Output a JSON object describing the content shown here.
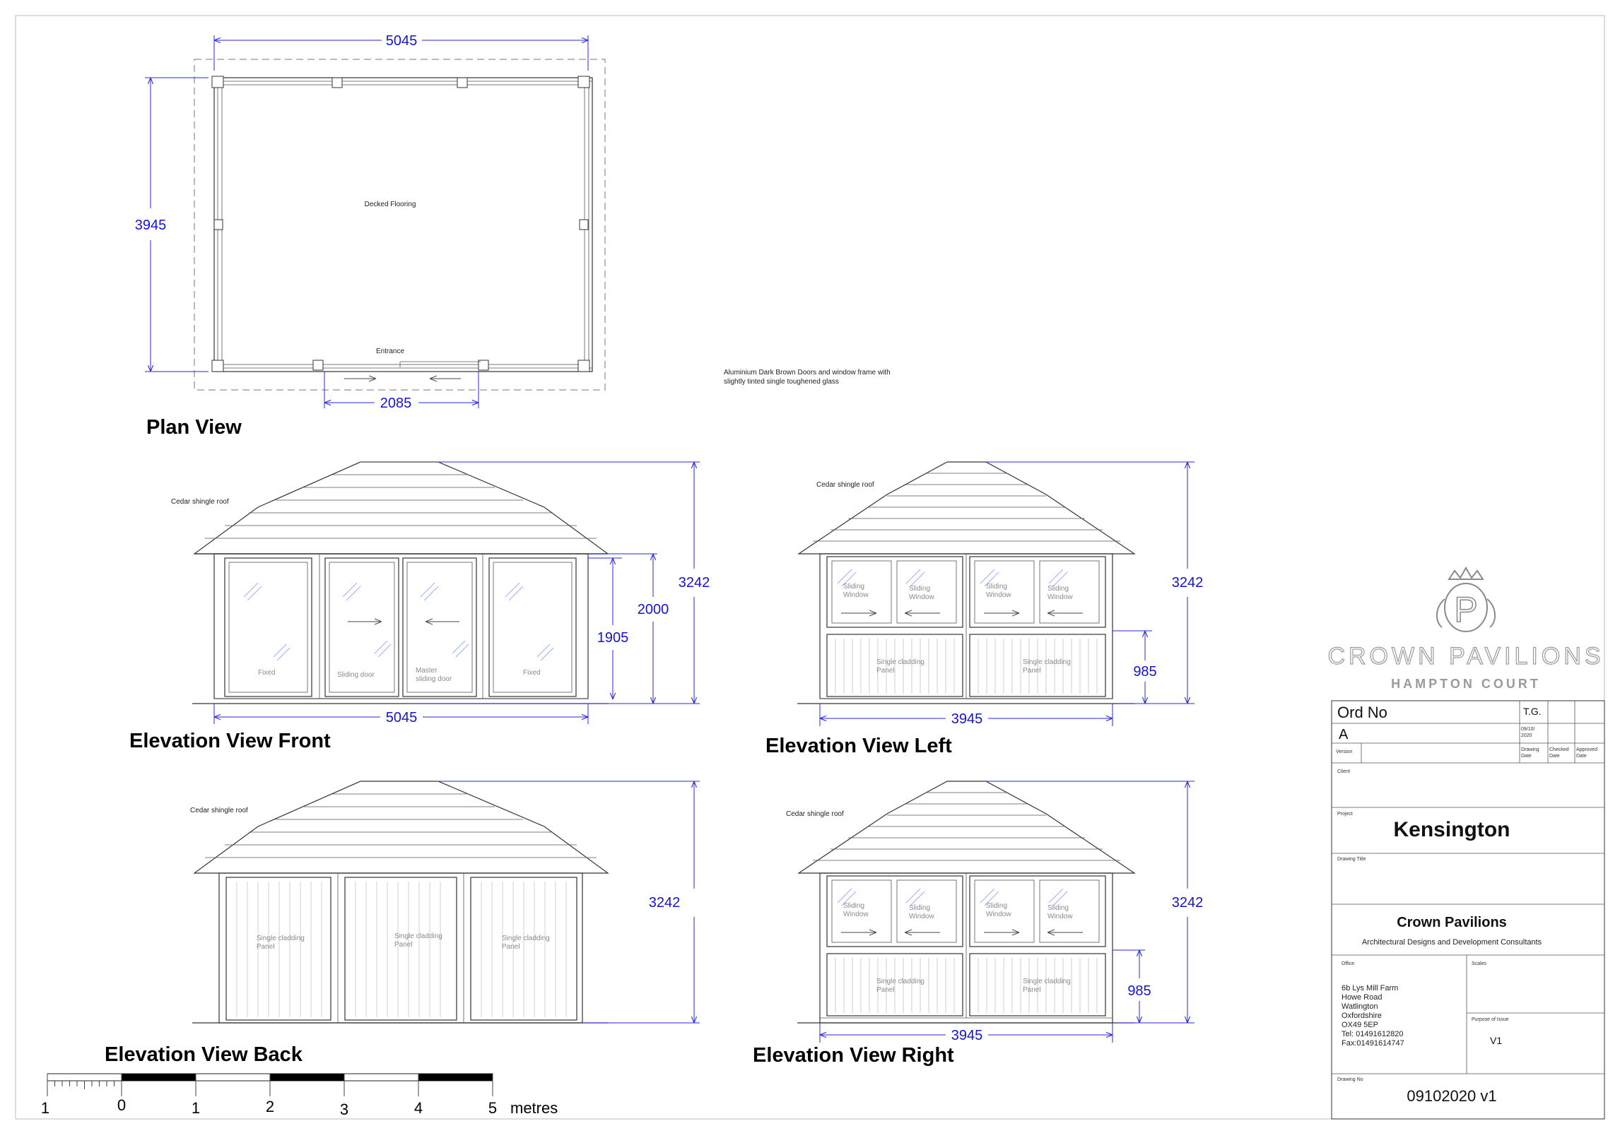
{
  "plan": {
    "title": "Plan View",
    "width_dim": "5045",
    "depth_dim": "3945",
    "entrance_dim": "2085",
    "floor_label": "Decked Flooring",
    "entrance_label": "Entrance",
    "note_line1": "Aluminium Dark Brown Doors and window frame with",
    "note_line2": "slightly tinted single toughened glass"
  },
  "front": {
    "title": "Elevation View Front",
    "roof_label": "Cedar shingle roof",
    "height_dim": "3242",
    "eaves_dim": "2000",
    "door_dim": "1905",
    "width_dim": "5045",
    "panels": [
      "Fixed",
      "Sliding door",
      "Master sliding door",
      "Fixed"
    ]
  },
  "left": {
    "title": "Elevation View Left",
    "roof_label": "Cedar shingle roof",
    "height_dim": "3242",
    "sill_dim": "985",
    "width_dim": "3945",
    "window_label": "Sliding Window",
    "panel_label": "Single cladding Panel"
  },
  "back": {
    "title": "Elevation View Back",
    "roof_label": "Cedar shingle roof",
    "height_dim": "3242",
    "panel_label": "Single cladding Panel"
  },
  "right": {
    "title": "Elevation View Right",
    "roof_label": "Cedar shingle roof",
    "height_dim": "3242",
    "sill_dim": "985",
    "width_dim": "3945",
    "window_label": "Sliding Window",
    "panel_label": "Single cladding Panel"
  },
  "scale_bar": {
    "labels": [
      "1",
      "0",
      "1",
      "2",
      "3",
      "4",
      "5"
    ],
    "unit": "metres"
  },
  "brand": {
    "name": "CROWN PAVILIONS",
    "location": "HAMPTON COURT",
    "monogram": "P"
  },
  "title_block": {
    "ord_no": "Ord No",
    "initials": "T.G.",
    "version_value": "A",
    "date_value": "09/10/ 2020",
    "version_label": "Version",
    "drawing_date_label": "Drawing Date",
    "checked_date_label": "Checked Date",
    "approved_date_label": "Approved Date",
    "client_label": "Client",
    "project_label": "Project",
    "project_name": "Kensington",
    "drawing_title_label": "Drawing Title",
    "company_name": "Crown  Pavilions",
    "company_tagline": "Architectural Designs and Development Consultants",
    "office_label": "Office",
    "scales_label": "Scales",
    "address": [
      "6b Lys Mill Farm",
      "Howe Road",
      "Watlington",
      "Oxfordshire",
      "OX49 5EP",
      "Tel: 01491612820",
      "Fax:01491614747"
    ],
    "purpose_label": "Purpose of Issue",
    "purpose_value": "V1",
    "drawing_no_label": "Drawing No",
    "drawing_no": "09102020 v1"
  }
}
